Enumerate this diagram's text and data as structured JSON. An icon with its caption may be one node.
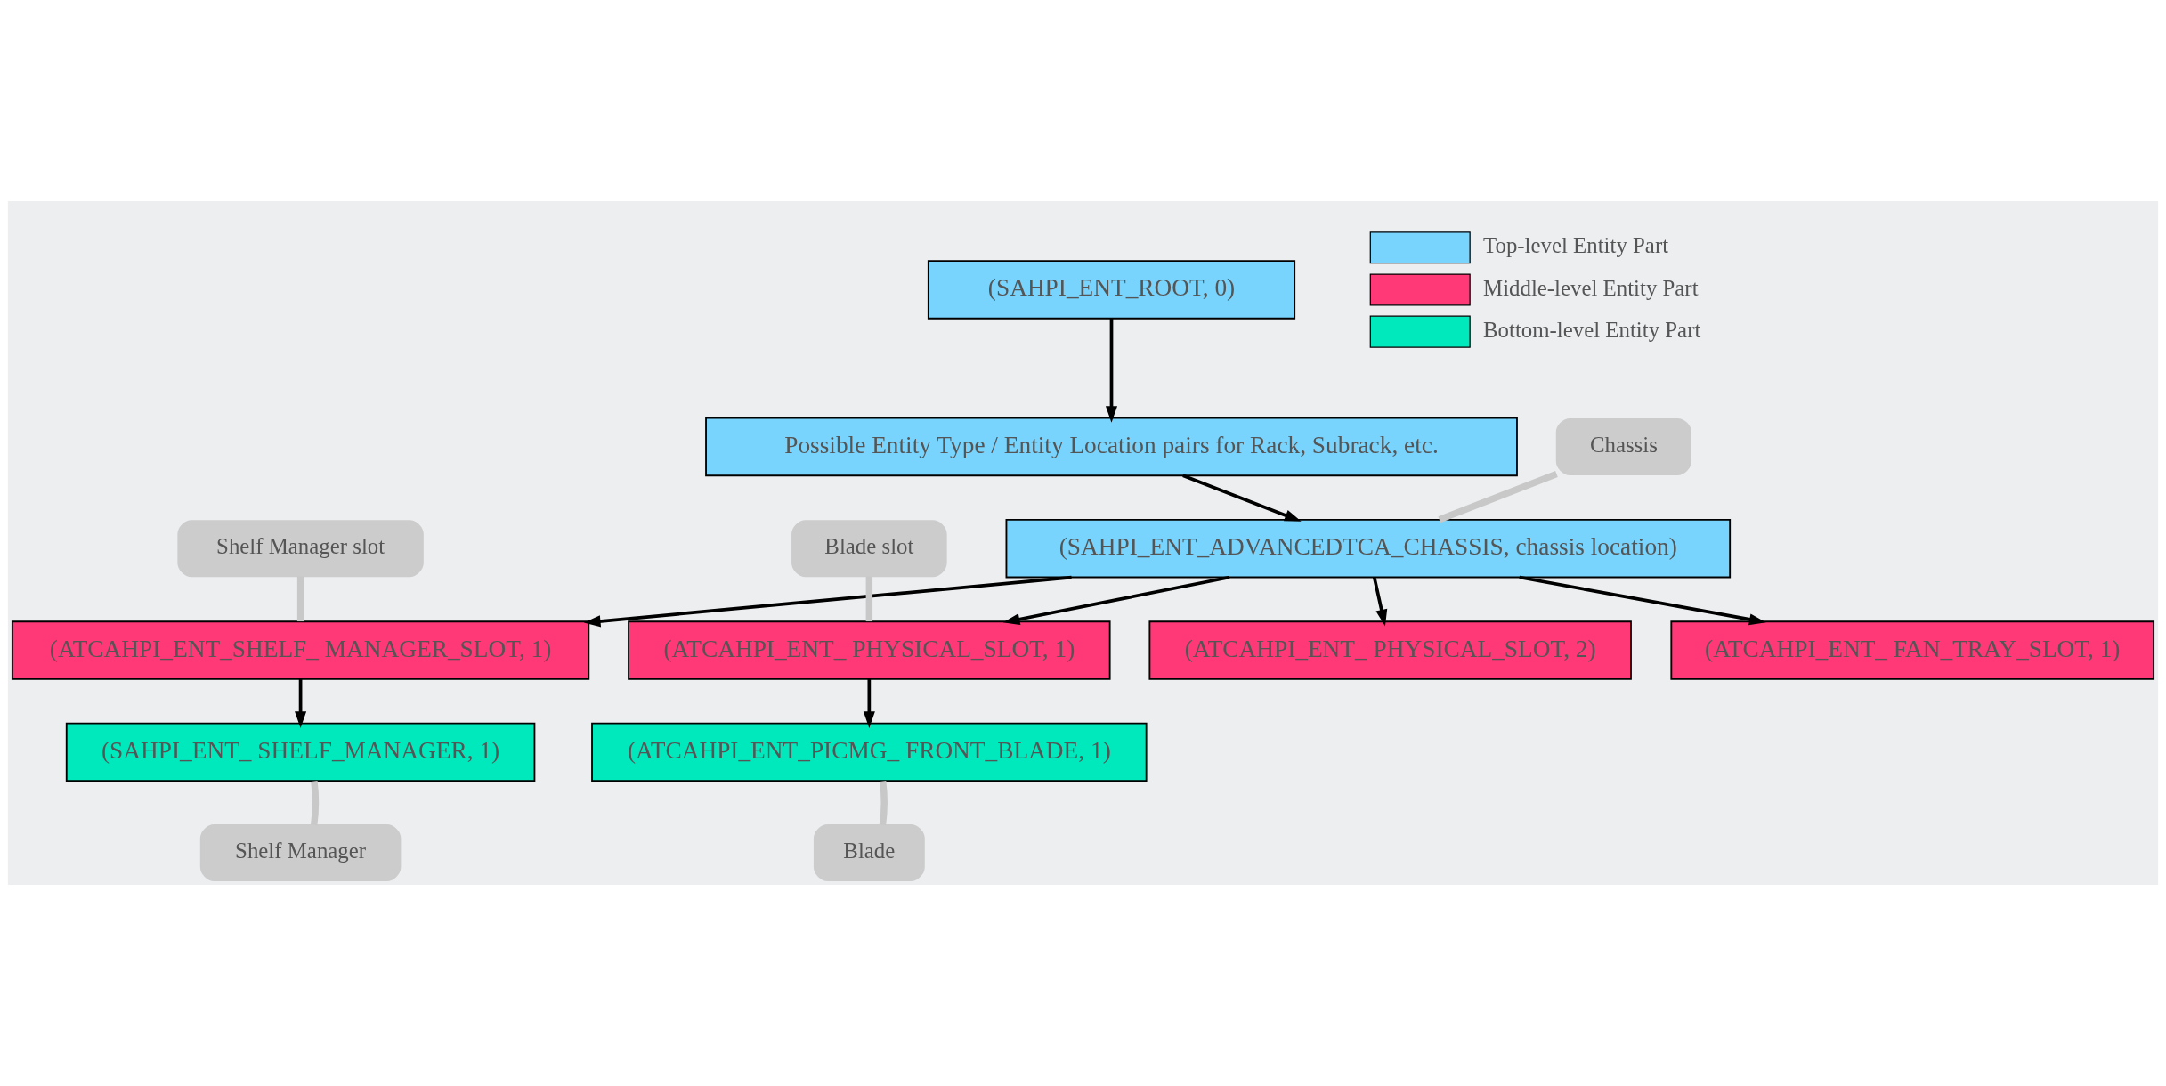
{
  "diagram": {
    "nodes": [
      {
        "text": [
          "(SAHPI_ENT_ROOT, 0)"
        ]
      },
      {
        "text": [
          "Possible Entity Type / Entity Location pairs for Rack, Subrack, etc."
        ]
      },
      {
        "text": [
          "(SAHPI_ENT_ADVANCEDTCA_CHASSIS, chassis location)"
        ]
      },
      {
        "text": [
          "(ATCAHPI_ENT_SHELF_ MANAGER_SLOT, 1)"
        ]
      },
      {
        "text": [
          "(ATCAHPI_ENT_ PHYSICAL_SLOT, 1)"
        ]
      },
      {
        "text": [
          "(ATCAHPI_ENT_ PHYSICAL_SLOT, 2)"
        ]
      },
      {
        "text": [
          "(ATCAHPI_ENT_ FAN_TRAY_SLOT, 1)"
        ]
      },
      {
        "text": [
          "(SAHPI_ENT_ SHELF_MANAGER, 1)"
        ]
      },
      {
        "text": [
          "(ATCAHPI_ENT_PICMG_ FRONT_BLADE, 1)"
        ]
      },
      {
        "text": [
          "Chassis"
        ]
      },
      {
        "text": [
          "Shelf Manager slot"
        ]
      },
      {
        "text": [
          "Blade slot"
        ]
      },
      {
        "text": [
          "Shelf Manager"
        ]
      },
      {
        "text": [
          "Blade"
        ]
      }
    ],
    "edges": [
      {
        "from": 0,
        "to": 1,
        "arrow": "to"
      },
      {
        "from": 1,
        "to": 2,
        "arrow": "to"
      },
      {
        "from": 2,
        "to": 3,
        "arrow": "to"
      },
      {
        "from": 2,
        "to": 4,
        "arrow": "to"
      },
      {
        "from": 2,
        "to": 5,
        "arrow": "to"
      },
      {
        "from": 2,
        "to": 6,
        "arrow": "to"
      },
      {
        "from": 3,
        "to": 7,
        "arrow": "to"
      },
      {
        "from": 4,
        "to": 8,
        "arrow": "to"
      },
      {
        "from": 9,
        "to": 2,
        "arrow": "none",
        "style": "thick",
        "color": "#c8c8c8"
      },
      {
        "from": 10,
        "to": 3,
        "arrow": "none",
        "style": "thick",
        "color": "#c8c8c8"
      },
      {
        "from": 11,
        "to": 4,
        "arrow": "none",
        "style": "thick",
        "color": "#c8c8c8"
      },
      {
        "from": 12,
        "to": 7,
        "arrow": "none",
        "style": "thick",
        "color": "#c8c8c8"
      },
      {
        "from": 13,
        "to": 8,
        "arrow": "none",
        "style": "thick",
        "color": "#c8c8c8"
      }
    ],
    "legend": [
      {
        "text": "Top-level Entity Part",
        "color": "#79d4fd"
      },
      {
        "text": "Middle-level Entity Part",
        "color": "#ff3877"
      },
      {
        "text": "Bottom-level Entity Part",
        "color": "#00e9bd"
      }
    ]
  }
}
